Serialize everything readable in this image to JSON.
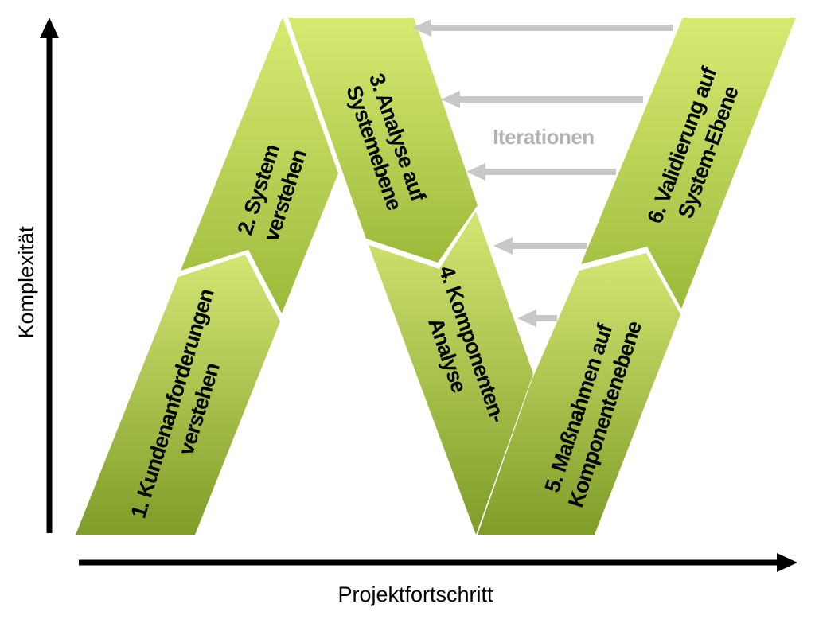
{
  "colors": {
    "block_top": "#d4e673",
    "block_bottom": "#7f9d28",
    "arrow": "#c8c8c8",
    "axis": "#000000",
    "iterations_text": "#b3b3b3"
  },
  "axes": {
    "y_label": "Komplexität",
    "x_label": "Projektfortschritt"
  },
  "iterations_label": "Iterationen",
  "blocks": [
    {
      "id": "block-1",
      "lines": [
        "1. Kundenanforderungen",
        "verstehen"
      ]
    },
    {
      "id": "block-2",
      "lines": [
        "2. System",
        "verstehen"
      ]
    },
    {
      "id": "block-3",
      "lines": [
        "3. Analyse auf",
        "Systemebene"
      ]
    },
    {
      "id": "block-4",
      "lines": [
        "4. Komponenten-",
        "Analyse"
      ]
    },
    {
      "id": "block-5",
      "lines": [
        "5. Maßnahmen auf",
        "Komponentenebene"
      ]
    },
    {
      "id": "block-6",
      "lines": [
        "6. Validierung auf",
        "System-Ebene"
      ]
    }
  ]
}
